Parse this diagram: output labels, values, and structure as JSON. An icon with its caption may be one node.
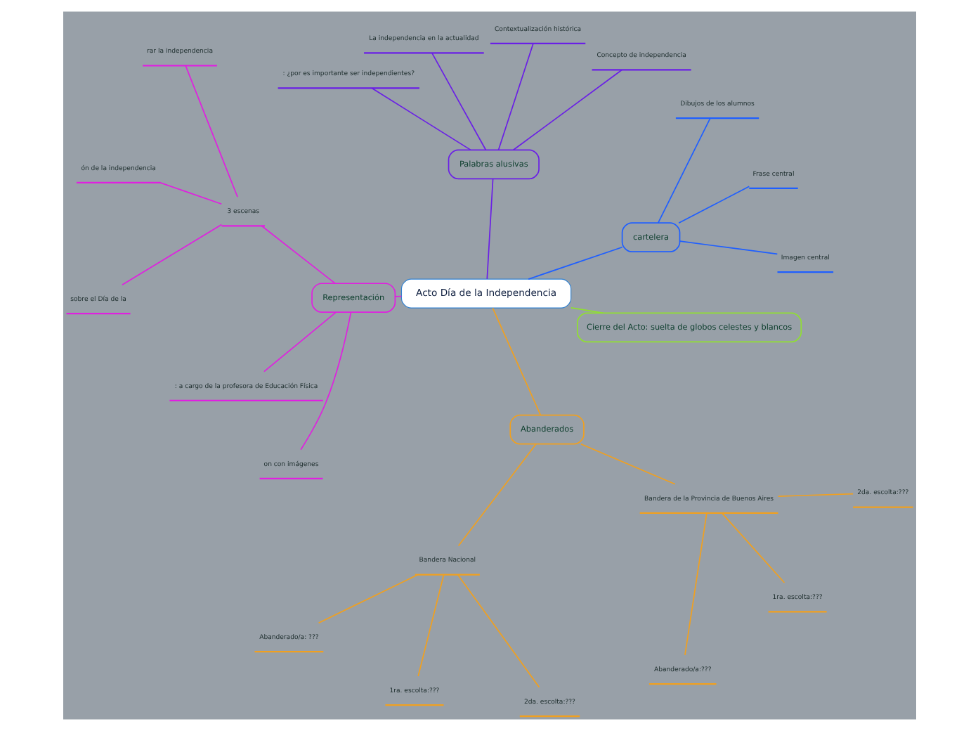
{
  "diagram": {
    "nodes": [
      {
        "text": [
          "Acto Día de la Independencia"
        ]
      },
      {
        "text": [
          "cartelera"
        ]
      },
      {
        "text": [
          "Imagen central"
        ]
      },
      {
        "text": [
          "Frase central"
        ]
      },
      {
        "text": [
          "Dibujos de los alumnos"
        ]
      },
      {
        "text": [
          "Palabras alusivas"
        ]
      },
      {
        "text": [
          "Concepto de independencia"
        ]
      },
      {
        "text": [
          "Contextualización histórica"
        ]
      },
      {
        "text": [
          "La independencia en la actualidad"
        ]
      },
      {
        "text": [
          ": ¿por es importante ser independientes?"
        ]
      },
      {
        "text": [
          "Representación"
        ]
      },
      {
        "text": [
          "3 escenas"
        ]
      },
      {
        "text": [
          "rar la independencia"
        ]
      },
      {
        "text": [
          "ón de la independencia"
        ]
      },
      {
        "text": [
          "sobre el Día de la"
        ]
      },
      {
        "text": [
          ": a cargo de la profesora de Educación Física"
        ]
      },
      {
        "text": [
          "on con imágenes"
        ]
      },
      {
        "text": [
          "Abanderados"
        ]
      },
      {
        "text": [
          "Bandera Nacional"
        ]
      },
      {
        "text": [
          "Abanderado/a: ???"
        ]
      },
      {
        "text": [
          "1ra. escolta:???"
        ]
      },
      {
        "text": [
          "2da. escolta:???"
        ]
      },
      {
        "text": [
          "Bandera de la Provincia de Buenos Aires"
        ]
      },
      {
        "text": [
          "Abanderado/a:???"
        ]
      },
      {
        "text": [
          "1ra. escolta:???"
        ]
      },
      {
        "text": [
          "2da. escolta:???"
        ]
      },
      {
        "text": [
          "Cierre del Acto: suelta de globos celestes y blancos"
        ]
      }
    ],
    "edges": [
      {
        "from": 0,
        "to": 1,
        "arrow": "none",
        "color": "#1f5fff"
      },
      {
        "from": 1,
        "to": 2,
        "arrow": "none",
        "color": "#1f5fff"
      },
      {
        "from": 1,
        "to": 3,
        "arrow": "none",
        "color": "#1f5fff"
      },
      {
        "from": 1,
        "to": 4,
        "arrow": "none",
        "color": "#1f5fff"
      },
      {
        "from": 0,
        "to": 5,
        "arrow": "none",
        "color": "#6a1fe6"
      },
      {
        "from": 5,
        "to": 6,
        "arrow": "none",
        "color": "#6a1fe6"
      },
      {
        "from": 5,
        "to": 7,
        "arrow": "none",
        "color": "#6a1fe6"
      },
      {
        "from": 5,
        "to": 8,
        "arrow": "none",
        "color": "#6a1fe6"
      },
      {
        "from": 5,
        "to": 9,
        "arrow": "none",
        "color": "#6a1fe6"
      },
      {
        "from": 0,
        "to": 10,
        "arrow": "none",
        "color": "#e020e0"
      },
      {
        "from": 10,
        "to": 11,
        "arrow": "none",
        "color": "#e020e0"
      },
      {
        "from": 11,
        "to": 12,
        "arrow": "none",
        "color": "#e020e0"
      },
      {
        "from": 11,
        "to": 13,
        "arrow": "none",
        "color": "#e020e0"
      },
      {
        "from": 11,
        "to": 14,
        "arrow": "none",
        "color": "#e020e0"
      },
      {
        "from": 10,
        "to": 15,
        "arrow": "none",
        "color": "#e020e0"
      },
      {
        "from": 10,
        "to": 16,
        "arrow": "none",
        "color": "#e020e0"
      },
      {
        "from": 0,
        "to": 17,
        "arrow": "none",
        "color": "#f0a020"
      },
      {
        "from": 17,
        "to": 18,
        "arrow": "none",
        "color": "#f0a020"
      },
      {
        "from": 18,
        "to": 19,
        "arrow": "none",
        "color": "#f0a020"
      },
      {
        "from": 18,
        "to": 20,
        "arrow": "none",
        "color": "#f0a020"
      },
      {
        "from": 18,
        "to": 21,
        "arrow": "none",
        "color": "#f0a020"
      },
      {
        "from": 17,
        "to": 22,
        "arrow": "none",
        "color": "#f0a020"
      },
      {
        "from": 22,
        "to": 23,
        "arrow": "none",
        "color": "#f0a020"
      },
      {
        "from": 22,
        "to": 24,
        "arrow": "none",
        "color": "#f0a020"
      },
      {
        "from": 22,
        "to": 25,
        "arrow": "none",
        "color": "#f0a020"
      },
      {
        "from": 0,
        "to": 26,
        "arrow": "none",
        "color": "#90e030"
      }
    ]
  }
}
